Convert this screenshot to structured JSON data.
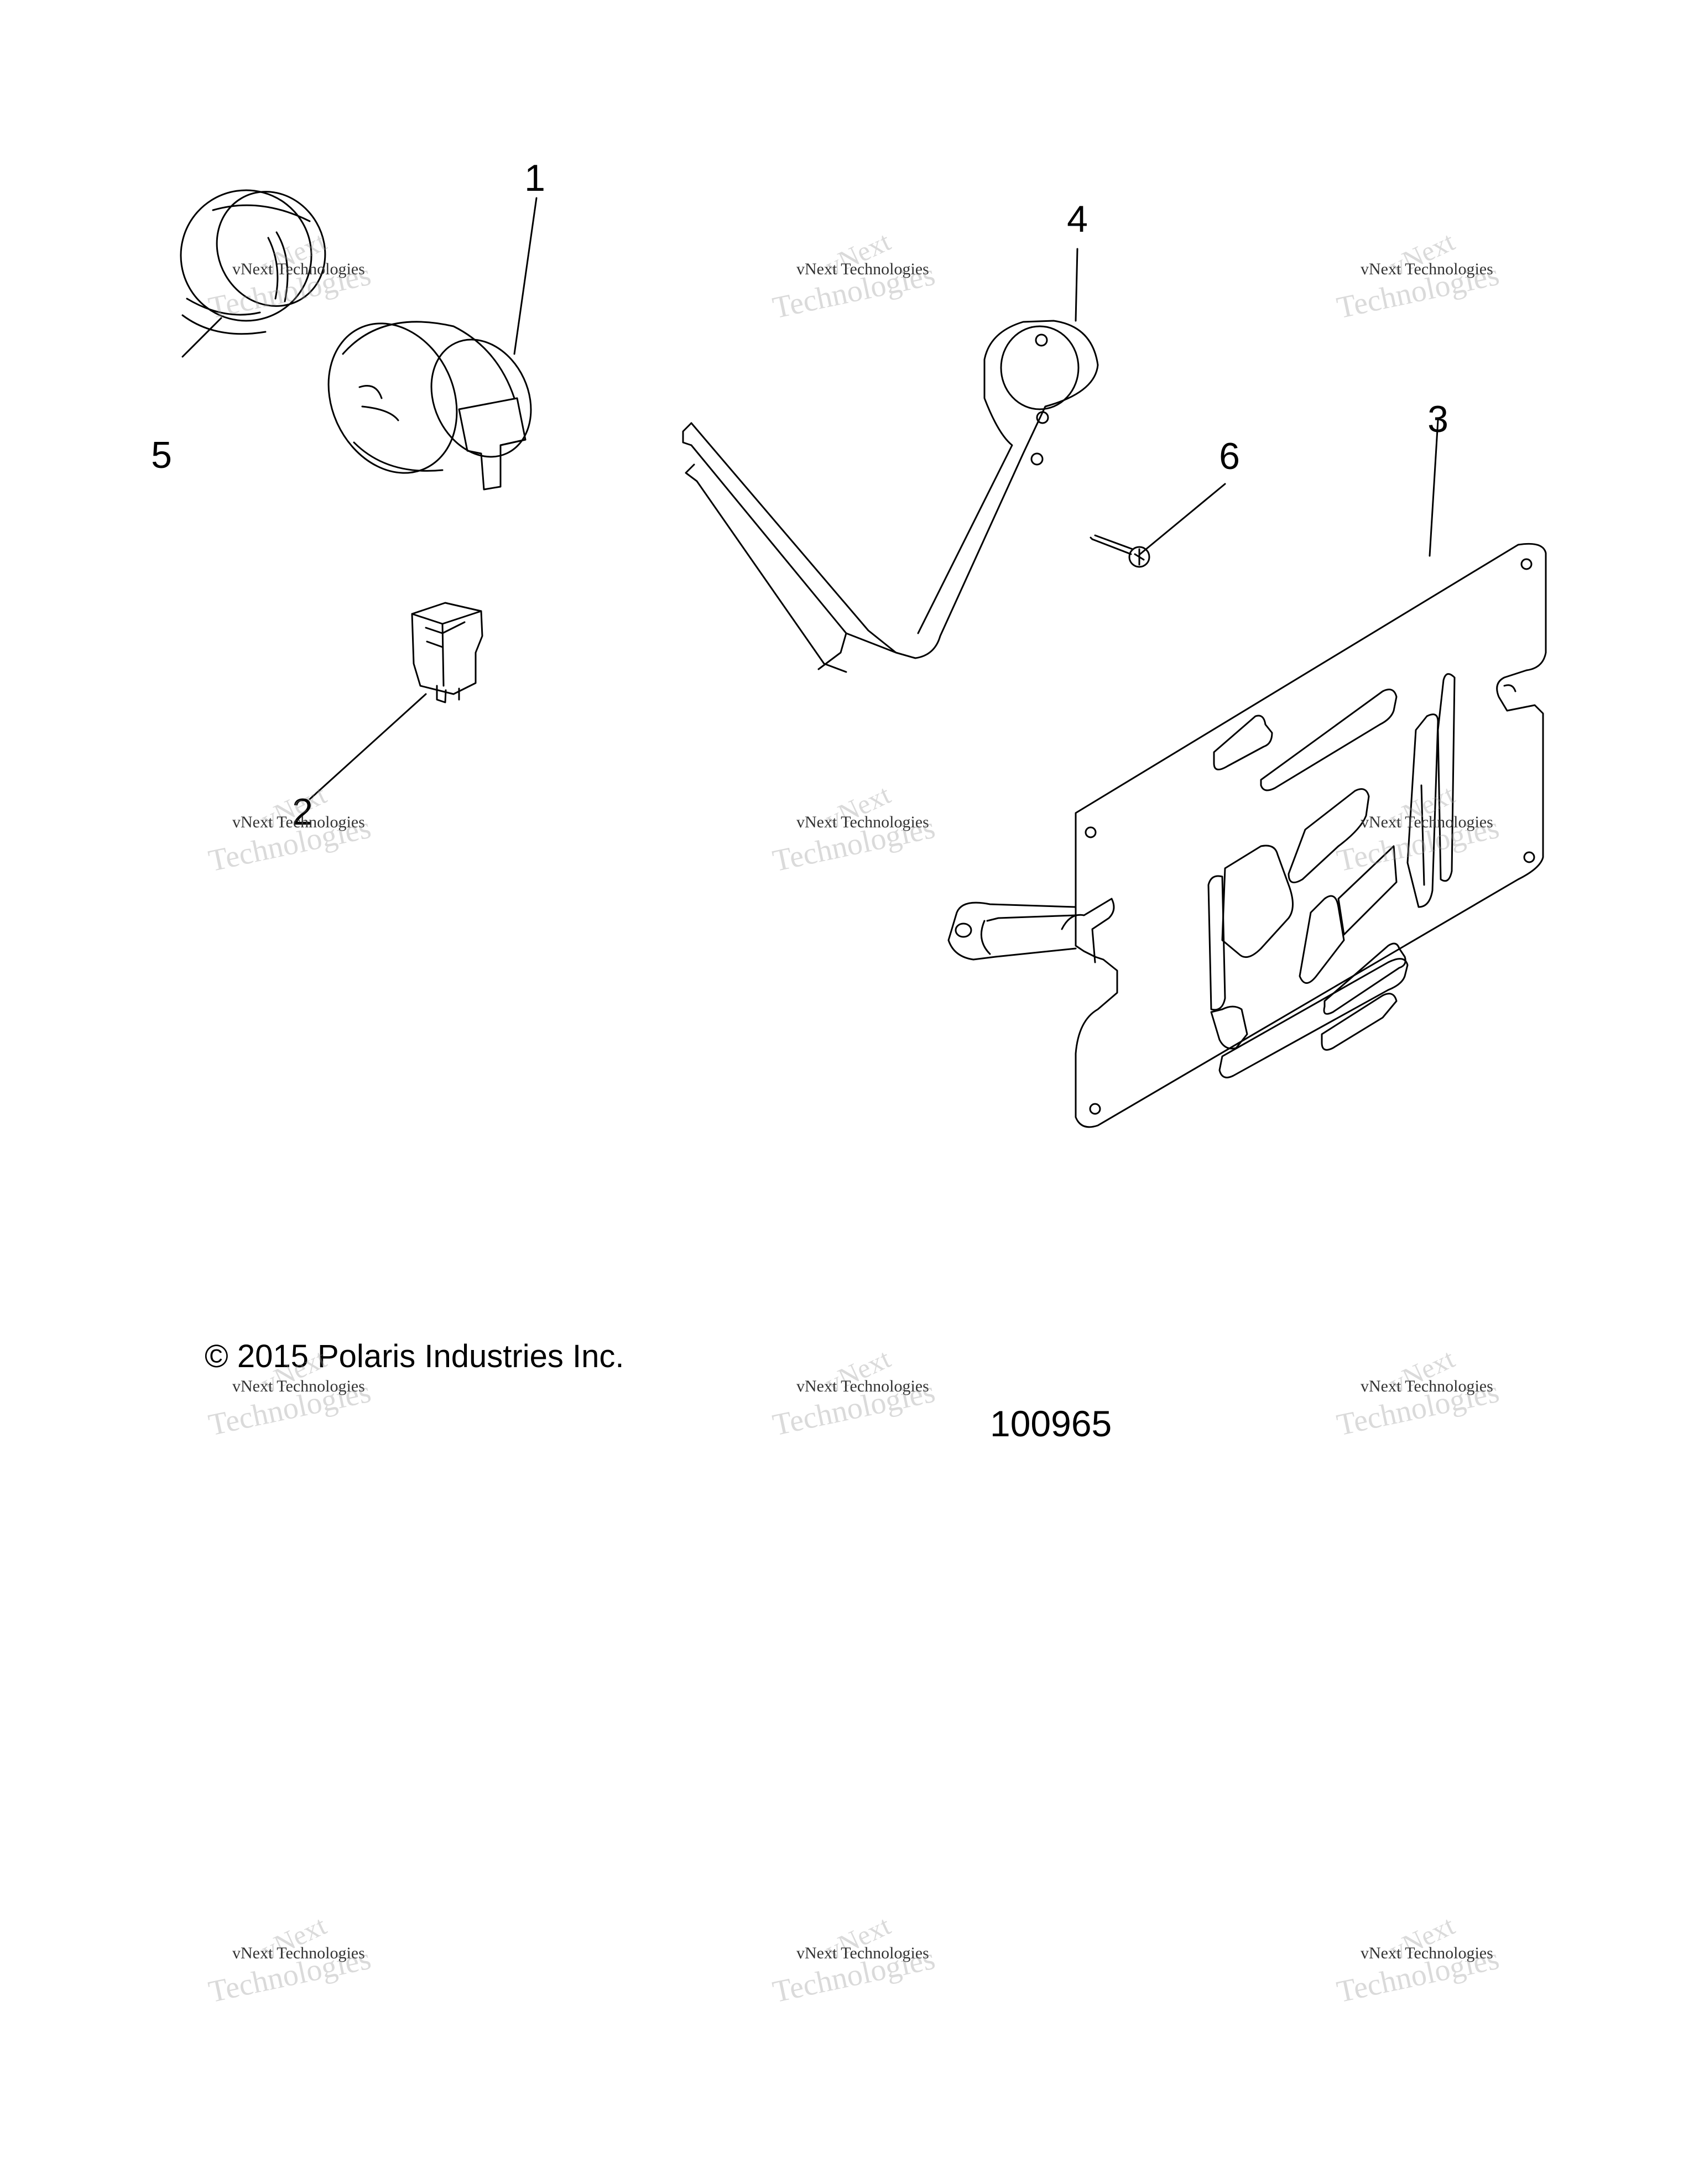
{
  "callouts": [
    "1",
    "2",
    "3",
    "4",
    "5",
    "6"
  ],
  "copyright": "© 2015 Polaris Industries Inc.",
  "figure_number": "100965",
  "watermark": {
    "big": "vNext",
    "small": "vNext Technologies",
    "big2": "Technologies"
  }
}
